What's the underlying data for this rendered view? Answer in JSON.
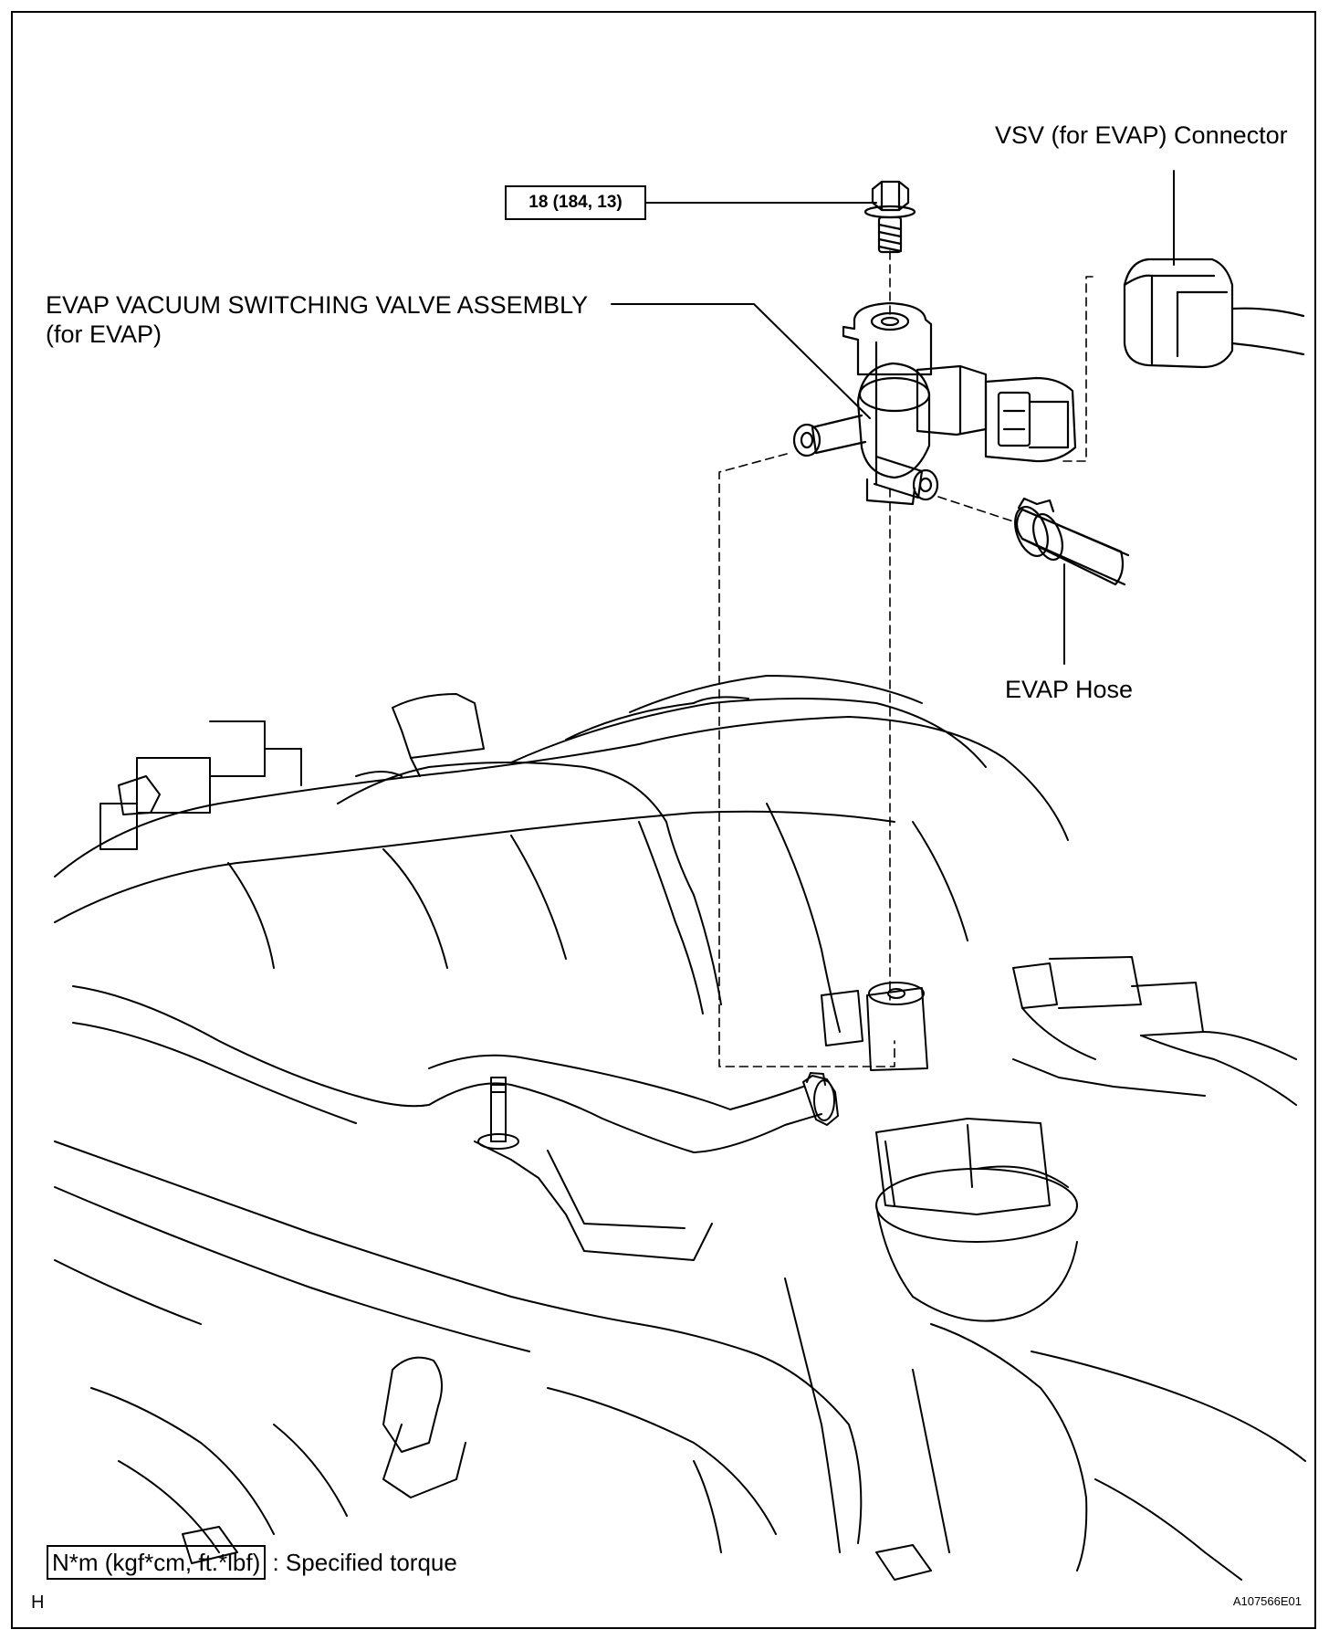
{
  "callouts": {
    "torque_value": "18 (184, 13)",
    "vsv_connector": "VSV (for EVAP) Connector",
    "valve_assembly_line1": "EVAP VACUUM SWITCHING VALVE ASSEMBLY",
    "valve_assembly_line2": "(for EVAP)",
    "evap_hose": "EVAP Hose"
  },
  "legend": {
    "unit_box": "N*m (kgf*cm, ft.*lbf)",
    "description": ": Specified torque"
  },
  "view_letter": "H",
  "figure_id": "A107566E01"
}
